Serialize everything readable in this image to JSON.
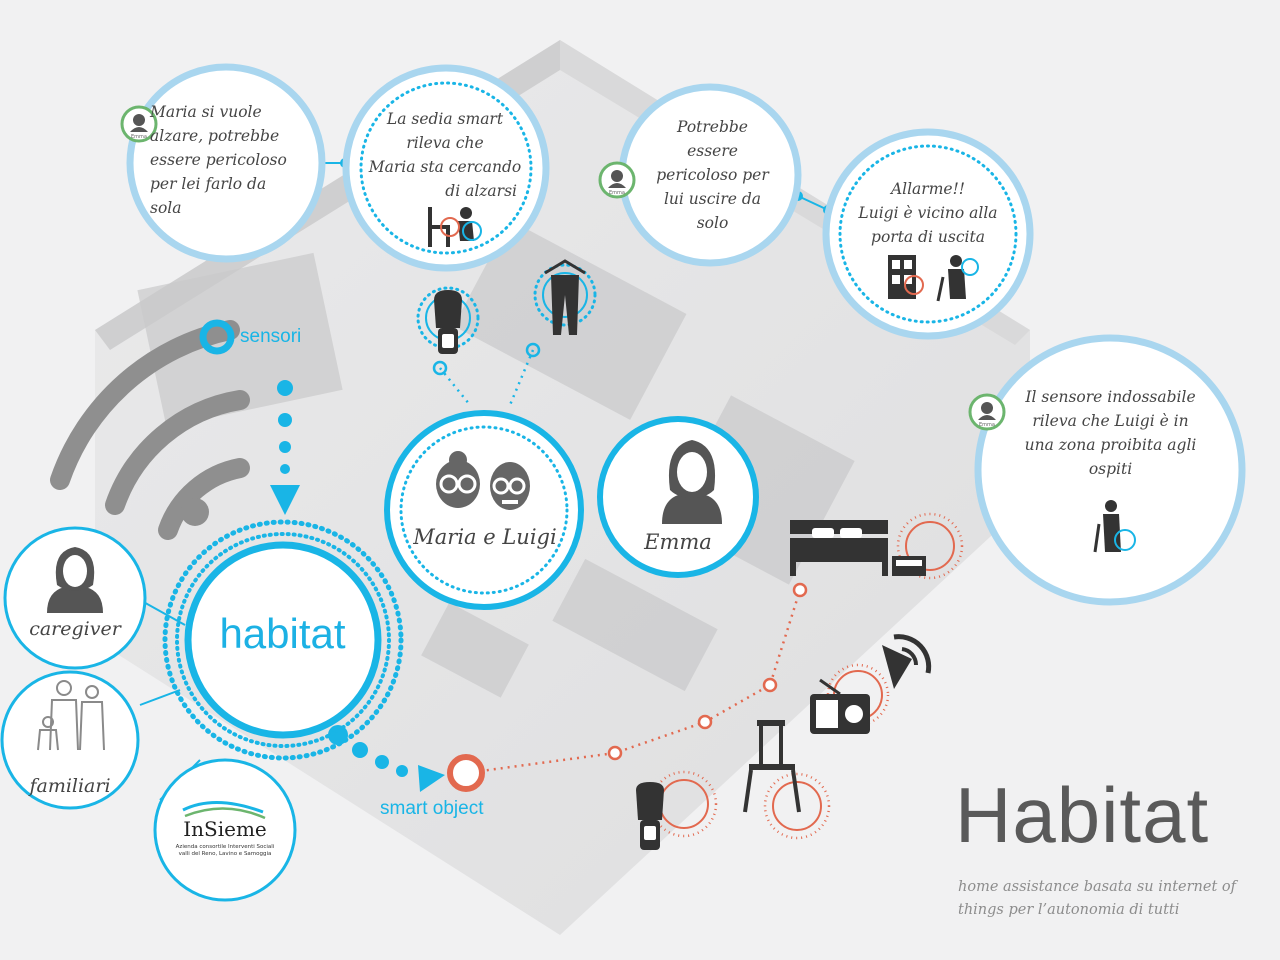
{
  "title": "Habitat",
  "subtitle": "home assistance basata su internet of things per l’autonomia di tutti",
  "hub": {
    "label": "habitat"
  },
  "flow_labels": {
    "sensors": "sensori",
    "smart_objects": "smart object"
  },
  "actors": [
    {
      "id": "caregiver",
      "label": "caregiver",
      "icon": "woman-avatar-icon"
    },
    {
      "id": "familiari",
      "label": "familiari",
      "icon": "family-icon"
    },
    {
      "id": "insieme",
      "logo_text": "InSieme",
      "logo_caption": "Azienda consortile Interventi Sociali valli del Reno, Lavino e Samoggia",
      "icon": "insieme-logo"
    }
  ],
  "people": [
    {
      "id": "maria-luigi",
      "label": "Maria e Luigi",
      "icon": "elderly-couple-icon"
    },
    {
      "id": "emma",
      "label": "Emma",
      "icon": "woman-avatar-icon"
    }
  ],
  "alerts": [
    {
      "id": "alert-1",
      "lines": [
        "Maria si vuole",
        "alzare, potrebbe",
        "essere pericoloso",
        "per lei farlo da",
        "sola"
      ],
      "badge": "Emma"
    },
    {
      "id": "alert-2",
      "lines": [
        "La sedia smart",
        "rileva che",
        "Maria sta cercando",
        "di alzarsi"
      ],
      "icon": "chair-person-icon"
    },
    {
      "id": "alert-3",
      "lines": [
        "Potrebbe",
        "essere",
        "pericoloso per",
        "lui uscire da",
        "solo"
      ],
      "badge": "Emma"
    },
    {
      "id": "alert-4",
      "lines": [
        "Allarme!!",
        "Luigi è vicino alla",
        "porta di uscita"
      ],
      "icon": "door-elder-icon"
    },
    {
      "id": "alert-5",
      "lines": [
        "Il sensore indossabile",
        "rileva che Luigi è in",
        "una zona proibita agli",
        "ospiti"
      ],
      "badge": "Emma",
      "icon": "elder-cane-icon"
    }
  ],
  "wearables": [
    "wristband-icon",
    "hanger-pants-icon"
  ],
  "smart_objects": [
    "bed-icon",
    "radio-icon",
    "chair-icon",
    "wristband-icon",
    "signal-icon"
  ],
  "colors": {
    "blue": "#19b5e6",
    "light_blue": "#a9d6ef",
    "orange": "#e2694f",
    "green": "#6cb56e",
    "dark": "#3a3a3a",
    "gray": "#9d9d9d"
  }
}
